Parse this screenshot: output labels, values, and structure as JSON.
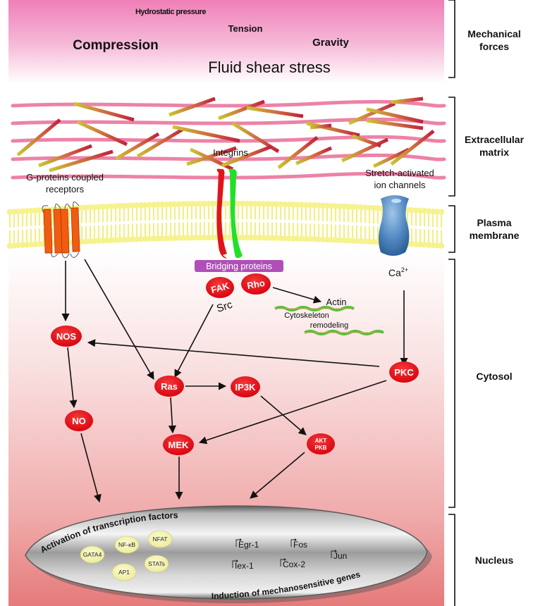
{
  "title": "Mechanotransduction signaling pathways",
  "colors": {
    "force_pink_top": "#ef7fb8",
    "cytosol_red_bottom": "#e87c7c",
    "node_red": "#e0101a",
    "tf_yellow": "#f4f2a8",
    "membrane_yellow": "#f6f28e",
    "bridging_purple": "#b04fb8",
    "integrin_red": "#e0141a",
    "integrin_green": "#22e02a",
    "gpcr_orange": "#f25c10",
    "channel_blue": "#4a7fb8"
  },
  "mechanical_forces": {
    "hydrostatic": "Hydrostatic pressure",
    "tension": "Tension",
    "compression": "Compression",
    "gravity": "Gravity",
    "shear": "Fluid shear stress"
  },
  "side_labels": {
    "mechanical_forces": [
      "Mechanical",
      "forces"
    ],
    "ecm": [
      "Extracellular",
      "matrix"
    ],
    "membrane": [
      "Plasma",
      "membrane"
    ],
    "cytosol": [
      "Cytosol"
    ],
    "nucleus": [
      "Nucleus"
    ]
  },
  "receptors": {
    "gpcr": [
      "G-proteins coupled",
      "receptors"
    ],
    "integrins": "Integrins",
    "ion_channels": [
      "Stretch-activated",
      "ion channels"
    ],
    "bridging": "Bridging proteins",
    "calcium": "Ca",
    "calcium_sup": "2+"
  },
  "nodes": {
    "fak": "FAK",
    "rho": "Rho",
    "src": "Src",
    "nos": "NOS",
    "no": "NO",
    "ras": "Ras",
    "ip3k": "IP3K",
    "mek": "MEK",
    "akt": "AKT",
    "pkb": "PKB",
    "pkc": "PKC"
  },
  "cytoskeleton": {
    "actin": "Actin",
    "line1": "Cytoskeleton",
    "line2": "remodeling"
  },
  "nucleus": {
    "tf_title": "Activation of transcription factors",
    "genes_title": "Induction of mechanosensitive genes",
    "transcription_factors": [
      "GATA4",
      "NF-κB",
      "NFAT",
      "STATs",
      "AP1"
    ],
    "genes": [
      "Egr-1",
      "Fos",
      "Jun",
      "Iex-1",
      "Cox-2"
    ]
  }
}
